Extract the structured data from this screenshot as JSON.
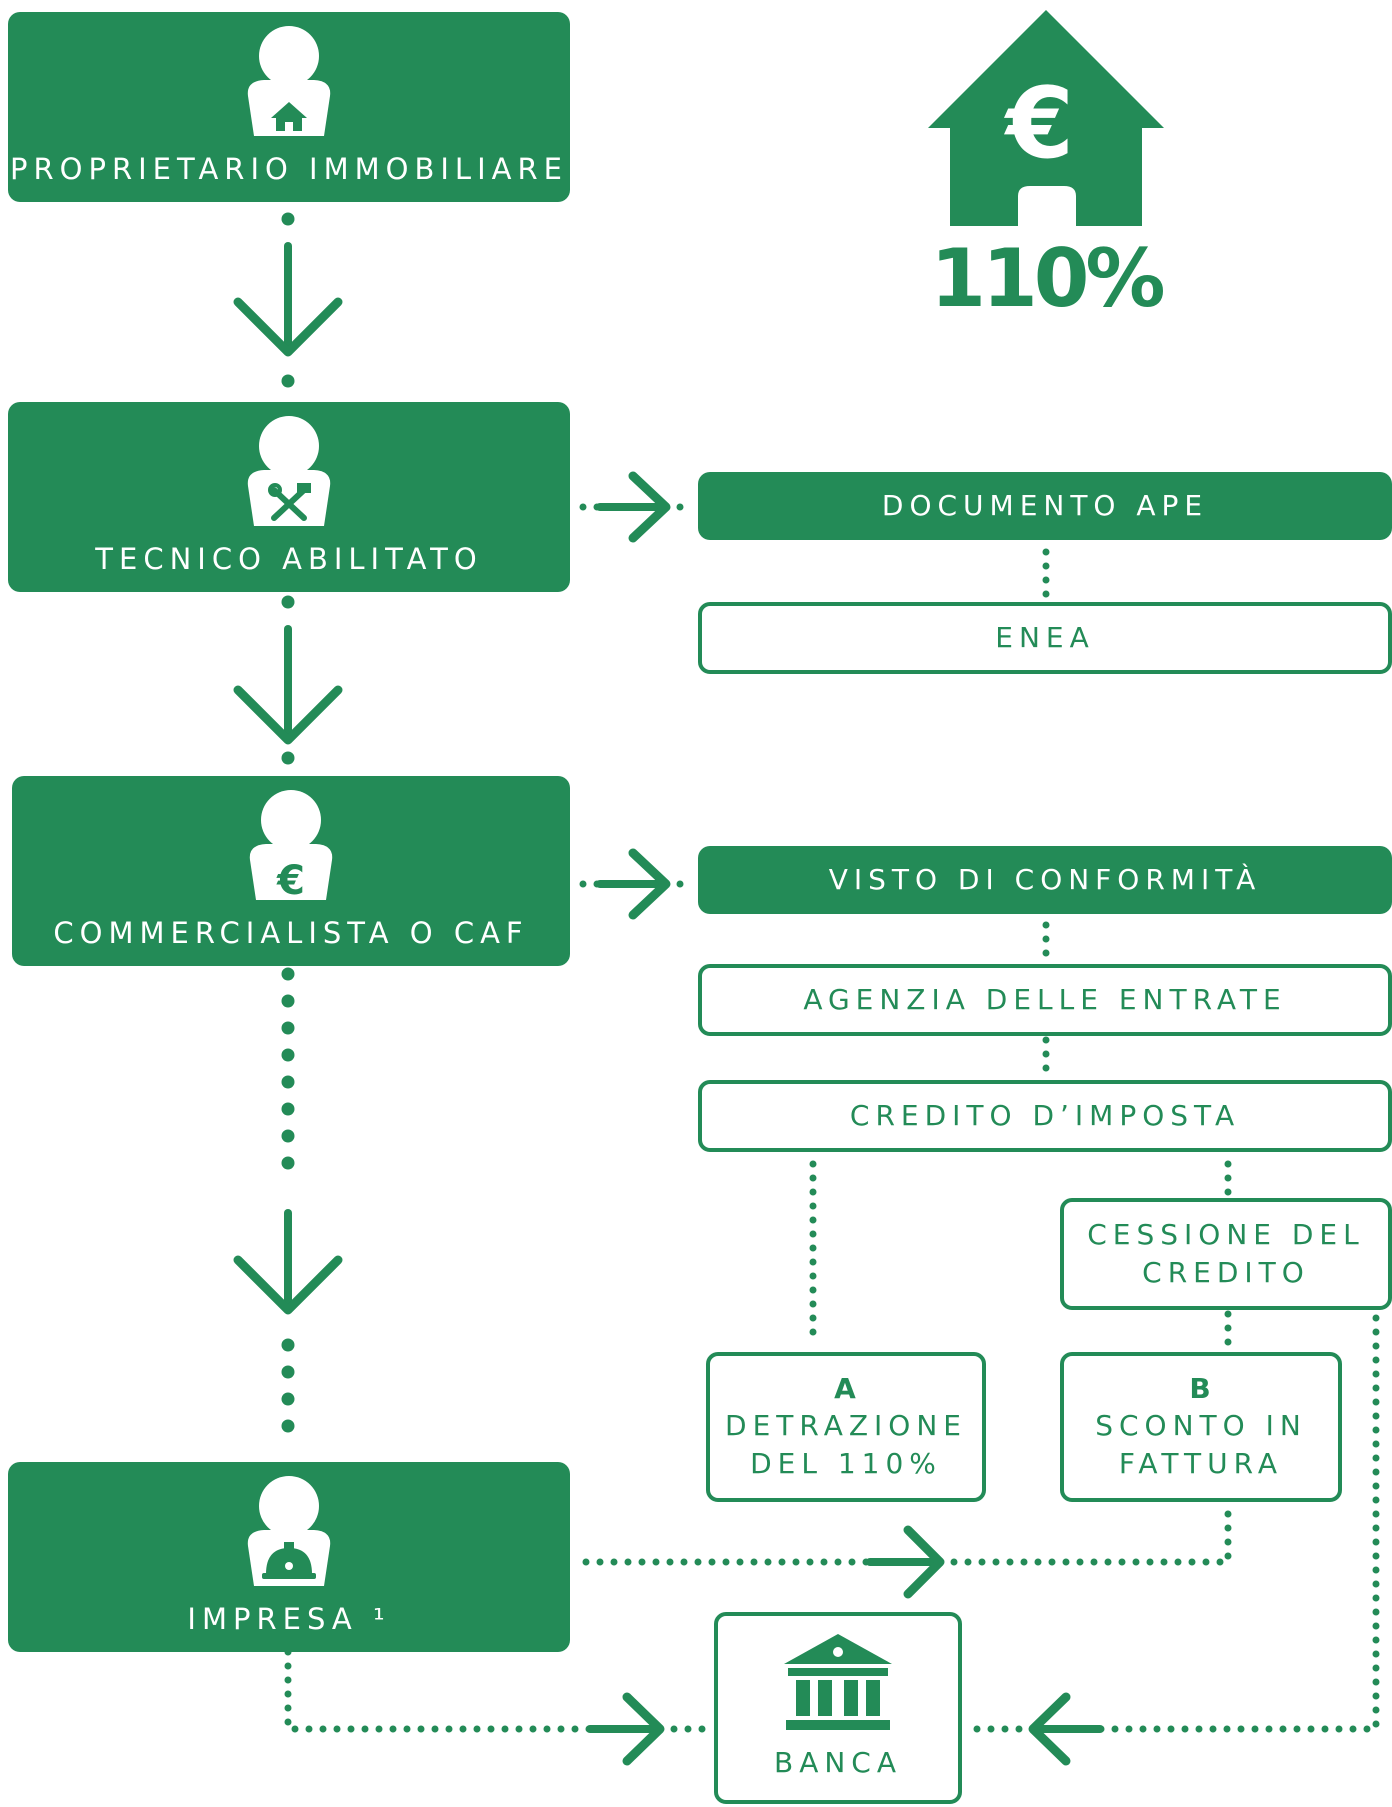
{
  "header": {
    "euro_symbol": "€",
    "percent": "110%"
  },
  "roles": {
    "owner": "PROPRIETARIO IMMOBILIARE",
    "technician": "TECNICO ABILITATO",
    "accountant": "COMMERCIALISTA O CAF",
    "company": "IMPRESA ¹"
  },
  "steps": {
    "ape": "DOCUMENTO APE",
    "enea": "ENEA",
    "visto": "VISTO DI CONFORMITÀ",
    "agenzia": "AGENZIA DELLE ENTRATE",
    "credito": "CREDITO D’IMPOSTA",
    "cessione_line1": "CESSIONE DEL",
    "cessione_line2": "CREDITO",
    "bank": "BANCA"
  },
  "options": {
    "a_letter": "A",
    "a_line1": "DETRAZIONE",
    "a_line2": "DEL 110%",
    "b_letter": "B",
    "b_line1": "SCONTO IN",
    "b_line2": "FATTURA"
  },
  "colors": {
    "brand_green": "#238B57",
    "background": "#FFFFFF"
  },
  "icons": [
    "house-euro-icon",
    "house-icon",
    "tools-icon",
    "euro-icon",
    "helmet-icon",
    "bank-icon"
  ]
}
